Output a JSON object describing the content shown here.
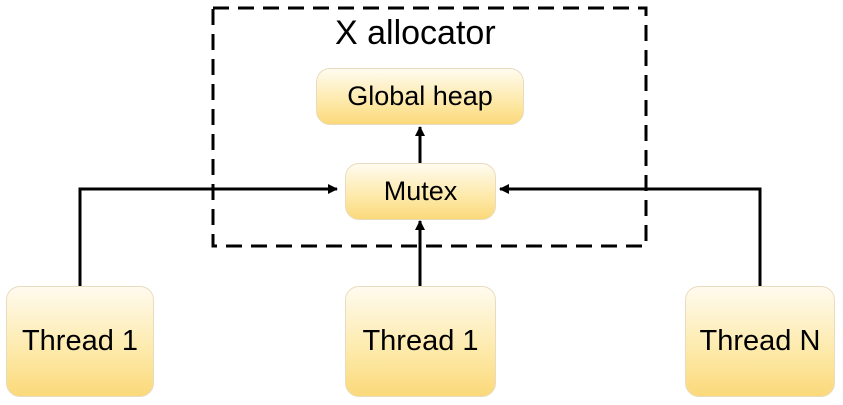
{
  "title": "X allocator",
  "nodes": {
    "global_heap": "Global heap",
    "mutex": "Mutex",
    "thread_left": "Thread 1",
    "thread_middle": "Thread 1",
    "thread_right": "Thread N"
  }
}
